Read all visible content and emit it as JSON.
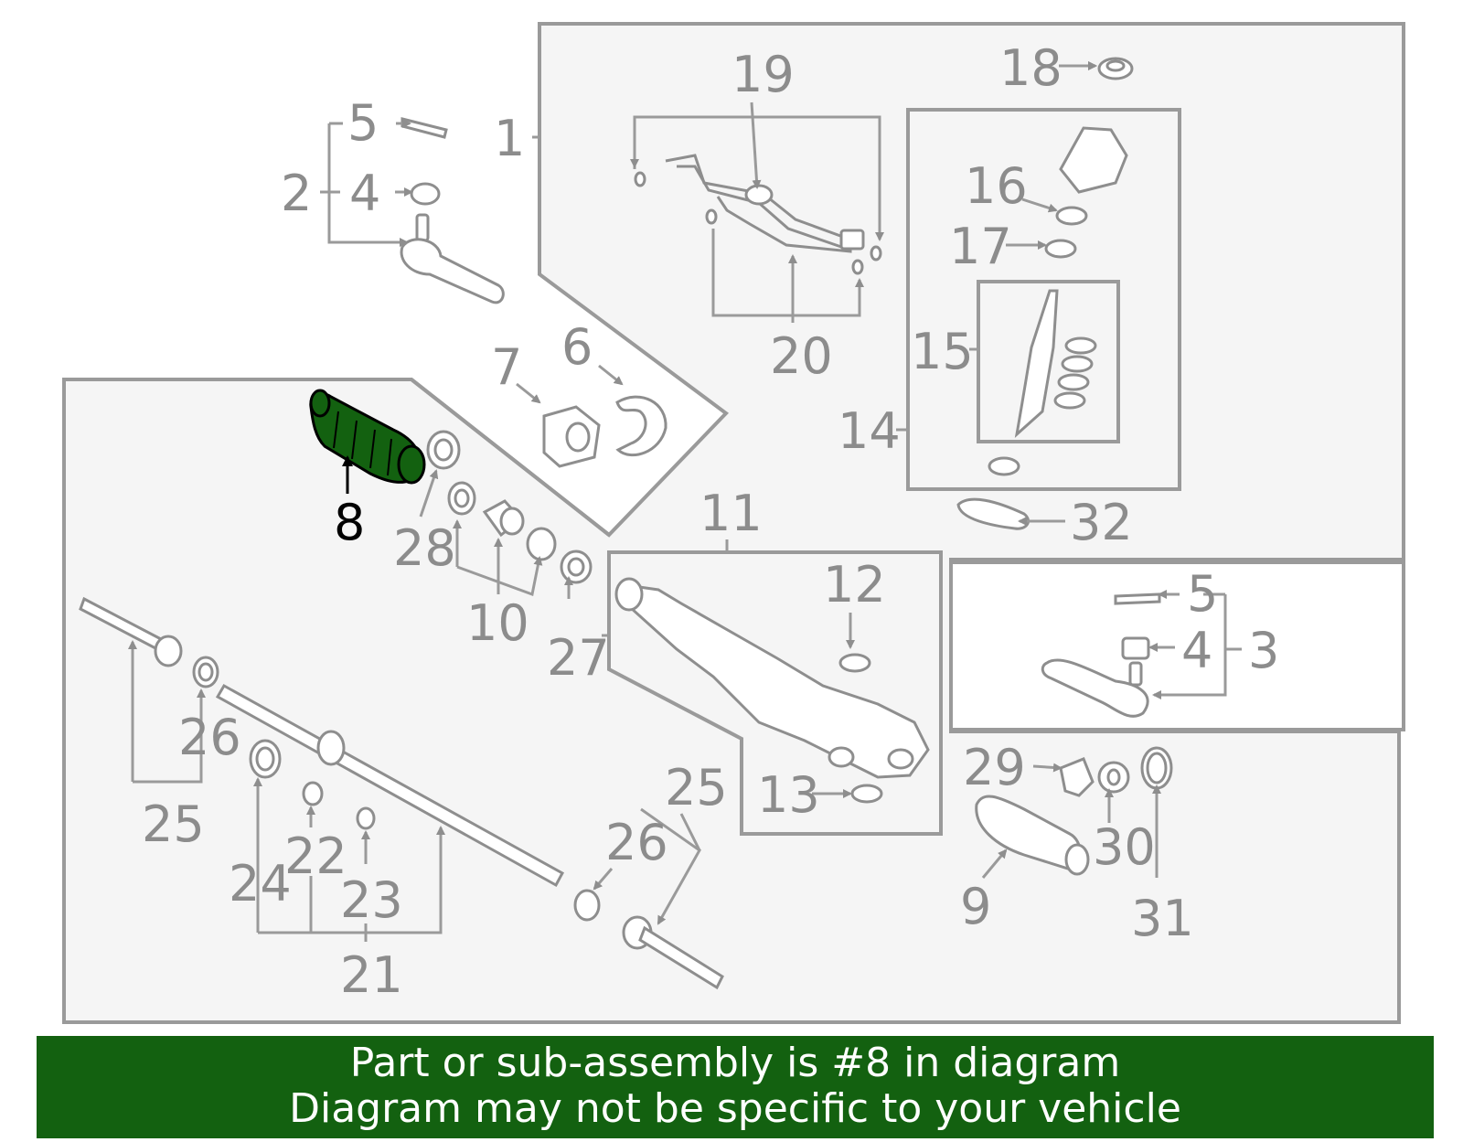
{
  "colors": {
    "banner_bg": "#136110",
    "banner_text": "#ffffff",
    "highlight_part": "#136110",
    "panel_stroke": "#9a9a9a",
    "label_text": "#8c8c8c"
  },
  "highlighted_part": "8",
  "labels": {
    "p1": "1",
    "p2": "2",
    "p3": "3",
    "p4a": "4",
    "p4b": "4",
    "p5a": "5",
    "p5b": "5",
    "p6": "6",
    "p7": "7",
    "p8": "8",
    "p9": "9",
    "p10": "10",
    "p11": "11",
    "p12": "12",
    "p13": "13",
    "p14": "14",
    "p15": "15",
    "p16": "16",
    "p17": "17",
    "p18": "18",
    "p19": "19",
    "p20": "20",
    "p21": "21",
    "p22": "22",
    "p23": "23",
    "p24": "24",
    "p25a": "25",
    "p25b": "25",
    "p26a": "26",
    "p26b": "26",
    "p27": "27",
    "p28": "28",
    "p29": "29",
    "p30": "30",
    "p31": "31",
    "p32": "32"
  },
  "banner": {
    "line1": "Part or sub-assembly is #8 in diagram",
    "line2": "Diagram may not be specific to your vehicle"
  }
}
